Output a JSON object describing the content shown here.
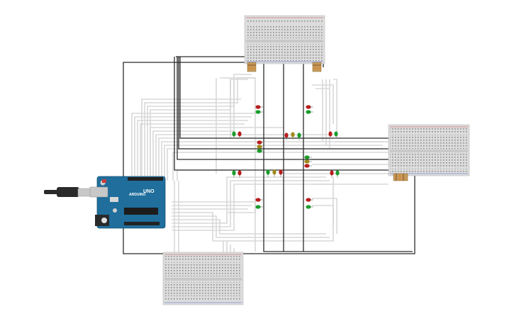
{
  "app": {
    "kind": "circuit-schematic-canvas"
  },
  "arduino": {
    "brand": "ARDUINO",
    "model": "UNO",
    "usb_cable": "usb-cable",
    "colors": {
      "board": "#1f6e9c",
      "header": "#222222",
      "usb": "#c8c8c8"
    }
  },
  "breadboards": [
    {
      "id": "top",
      "color": "#dcdcdc"
    },
    {
      "id": "right",
      "color": "#dcdcdc"
    },
    {
      "id": "bottom",
      "color": "#dcdcdc"
    }
  ],
  "led_colors": {
    "red": "#b71c1c",
    "green": "#1a9c2a",
    "yellow": "#a0891a"
  },
  "wire_colors": {
    "dark": "#2b2b2b",
    "light": "#d8d8d8"
  }
}
